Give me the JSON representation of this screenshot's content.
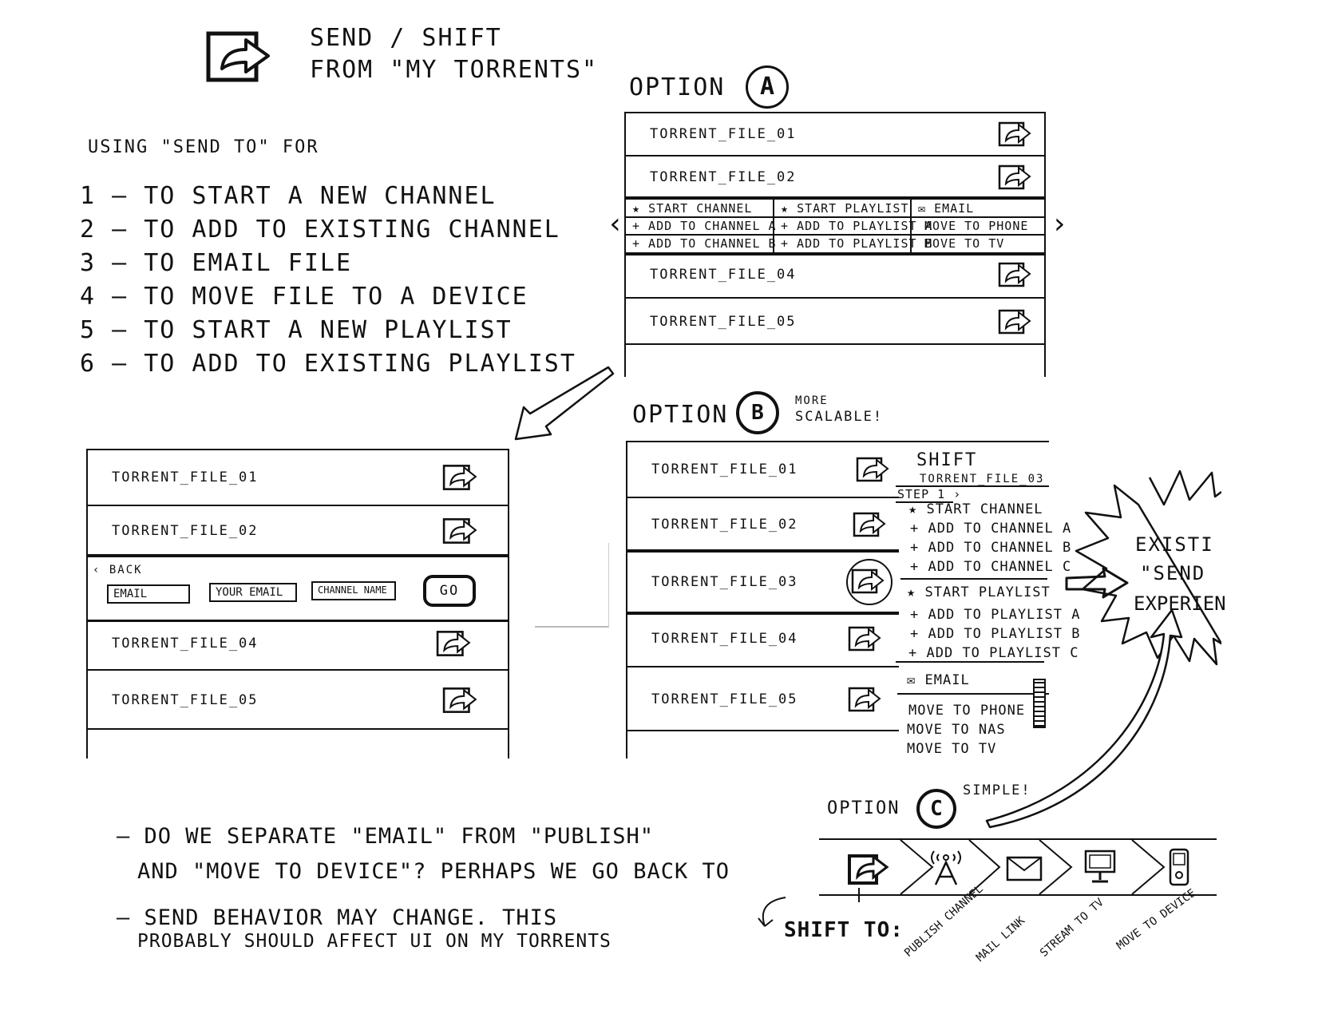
{
  "header": {
    "title_line1": "SEND / SHIFT",
    "title_line2": "FROM \"MY TORRENTS\""
  },
  "usage": {
    "intro": "USING \"SEND TO\" FOR",
    "items": [
      "1 – TO START A NEW CHANNEL",
      "2 – TO ADD TO EXISTING CHANNEL",
      "3 – TO EMAIL FILE",
      "4 – TO MOVE FILE TO A DEVICE",
      "5 – TO START A NEW PLAYLIST",
      "6 – TO ADD TO EXISTING PLAYLIST"
    ]
  },
  "option_a": {
    "label": "OPTION",
    "letter": "A",
    "files": [
      "TORRENT_FILE_01",
      "TORRENT_FILE_02",
      "TORRENT_FILE_04",
      "TORRENT_FILE_05"
    ],
    "menu": {
      "col1": [
        "START CHANNEL",
        "+ ADD TO CHANNEL A",
        "+ ADD TO CHANNEL B"
      ],
      "col2": [
        "START PLAYLIST",
        "+ ADD TO PLAYLIST A",
        "+ ADD TO PLAYLIST B"
      ],
      "col3": [
        "EMAIL",
        "MOVE TO PHONE",
        "MOVE TO TV"
      ]
    },
    "nav_left": "‹",
    "nav_right": "›"
  },
  "email_panel": {
    "files": [
      "TORRENT_FILE_01",
      "TORRENT_FILE_02",
      "TORRENT_FILE_04",
      "TORRENT_FILE_05"
    ],
    "back": "‹ BACK",
    "email_placeholder": "EMAIL",
    "your_email_placeholder": "YOUR EMAIL",
    "channel_placeholder": "CHANNEL NAME",
    "go": "GO"
  },
  "option_b": {
    "label": "OPTION",
    "letter": "B",
    "note": [
      "MORE",
      "SCALABLE!"
    ],
    "files": [
      "TORRENT_FILE_01",
      "TORRENT_FILE_02",
      "TORRENT_FILE_03",
      "TORRENT_FILE_04",
      "TORRENT_FILE_05"
    ],
    "shift_title": "SHIFT",
    "shift_file": "TORRENT_FILE_03",
    "step": "STEP 1",
    "menu": [
      "START CHANNEL",
      "+ ADD TO CHANNEL A",
      "+ ADD TO CHANNEL B",
      "+ ADD TO CHANNEL C",
      "START PLAYLIST",
      "+ ADD TO PLAYLIST A",
      "+ ADD TO PLAYLIST B",
      "+ ADD TO PLAYLIST C",
      "EMAIL",
      "MOVE TO PHONE",
      "MOVE TO NAS",
      "MOVE TO TV"
    ]
  },
  "existing": {
    "lines": [
      "EXISTI",
      "\"SEND",
      "EXPERIEN"
    ]
  },
  "option_c": {
    "label": "OPTION",
    "letter": "C",
    "note": "SIMPLE!",
    "shift_to": "SHIFT TO:",
    "targets": [
      "PUBLISH CHANNEL",
      "MAIL LINK",
      "STREAM TO TV",
      "MOVE TO DEVICE"
    ]
  },
  "notes": {
    "note1_line1": "– DO WE SEPARATE \"EMAIL\" FROM \"PUBLISH\"",
    "note1_line2": "AND \"MOVE TO DEVICE\"? PERHAPS WE GO BACK TO",
    "note2_line1": "– SEND BEHAVIOR MAY CHANGE. THIS",
    "note2_line2": "PROBABLY SHOULD AFFECT UI ON MY TORRENTS"
  }
}
